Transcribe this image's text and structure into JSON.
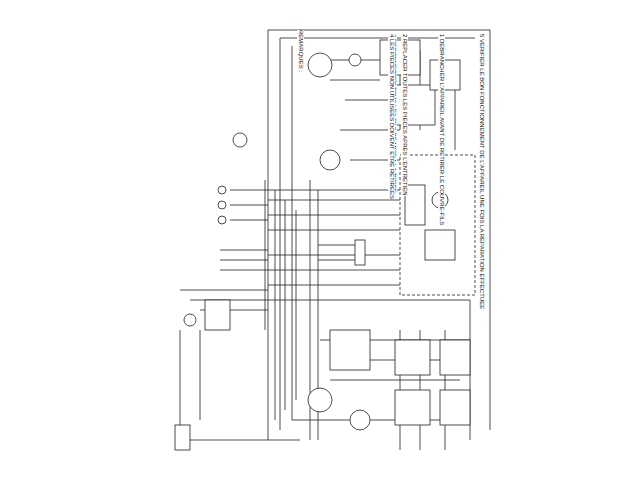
{
  "diagram": {
    "labels": [
      "REMARQUES :",
      "1  DEBRANCHER L'APPAREIL AVANT DE RETIRER LE COUVRE-FILS",
      "2  REPLACER TOUTES LES PIECES APRES L'ENTRETIEN",
      "3  RECONNECTER TOUS LES FILS DE MISE A LA TERRE",
      "4  LES PIECES NON UTILISEES DOIVENT ETRE RETIREES",
      "5  VERIFIER LE BON FONCTIONNEMENT DE L'APPAREIL UNE FOIS LA REPARATION EFFECTUEE"
    ]
  }
}
